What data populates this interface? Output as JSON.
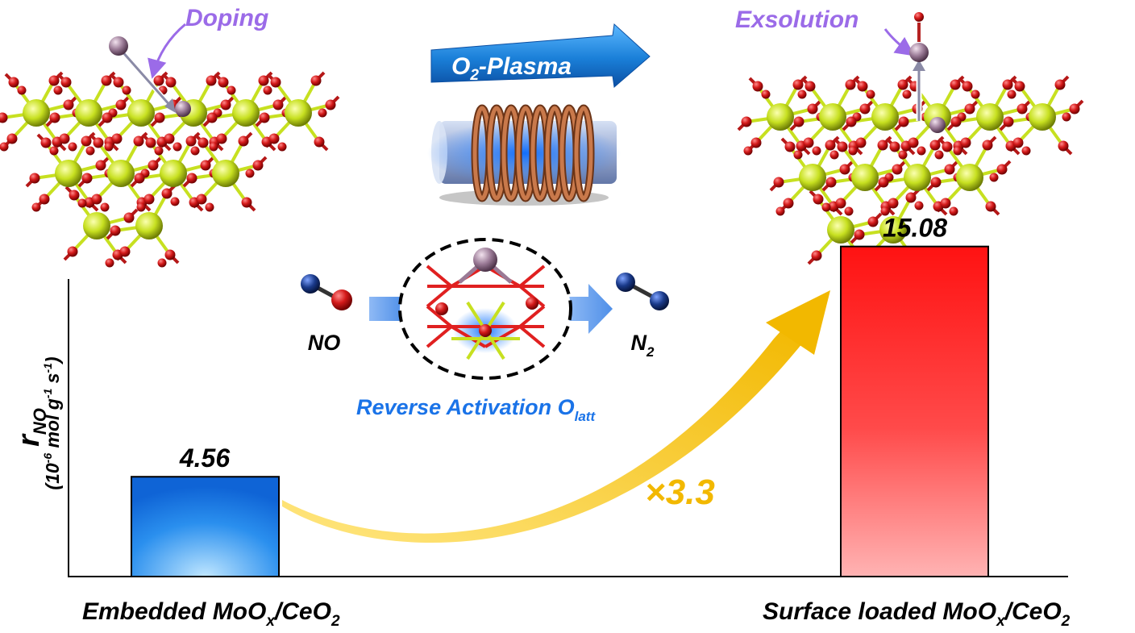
{
  "labels": {
    "doping": "Doping",
    "exsolution": "Exsolution",
    "plasma_main": "O",
    "plasma_sub": "2",
    "plasma_rest": "-Plasma",
    "no": "NO",
    "n2_main": "N",
    "n2_sub": "2",
    "reverse_main": "Reverse Activation O",
    "reverse_sub": "latt",
    "multiplier": "×3.3"
  },
  "y_axis": {
    "symbol": "r",
    "symbol_sub": "NO",
    "unit_a": "(10",
    "unit_a_sup": "-6",
    "unit_b": " mol g",
    "unit_b_sup": "-1",
    "unit_c": " s",
    "unit_c_sup": "-1",
    "unit_d": ")"
  },
  "x_labels": [
    {
      "pre": "Embedded MoO",
      "sub1": "x",
      "mid": "/CeO",
      "sub2": "2"
    },
    {
      "pre": "Surface loaded MoO",
      "sub1": "x",
      "mid": "/CeO",
      "sub2": "2"
    }
  ],
  "colors": {
    "cerium": "#c7e020",
    "oxygen": "#d41a1a",
    "molybdenum": "#9a7a96",
    "arrow_purple": "#9b6be8",
    "plasma_arrow": "#1a7fd8",
    "coil": "#b5653c",
    "highlight_arrow": "#f2b800",
    "reverse_text": "#1a73e8",
    "bar_blue": "#1277e0",
    "bar_red": "#ff1a1a",
    "nitrogen": "#1a3a8a"
  },
  "chart_data": {
    "type": "bar",
    "categories": [
      "Embedded MoOx/CeO2",
      "Surface loaded MoOx/CeO2"
    ],
    "values": [
      4.56,
      15.08
    ],
    "value_labels": [
      "4.56",
      "15.08"
    ],
    "ylim": [
      0,
      17.5
    ],
    "grid": false
  }
}
